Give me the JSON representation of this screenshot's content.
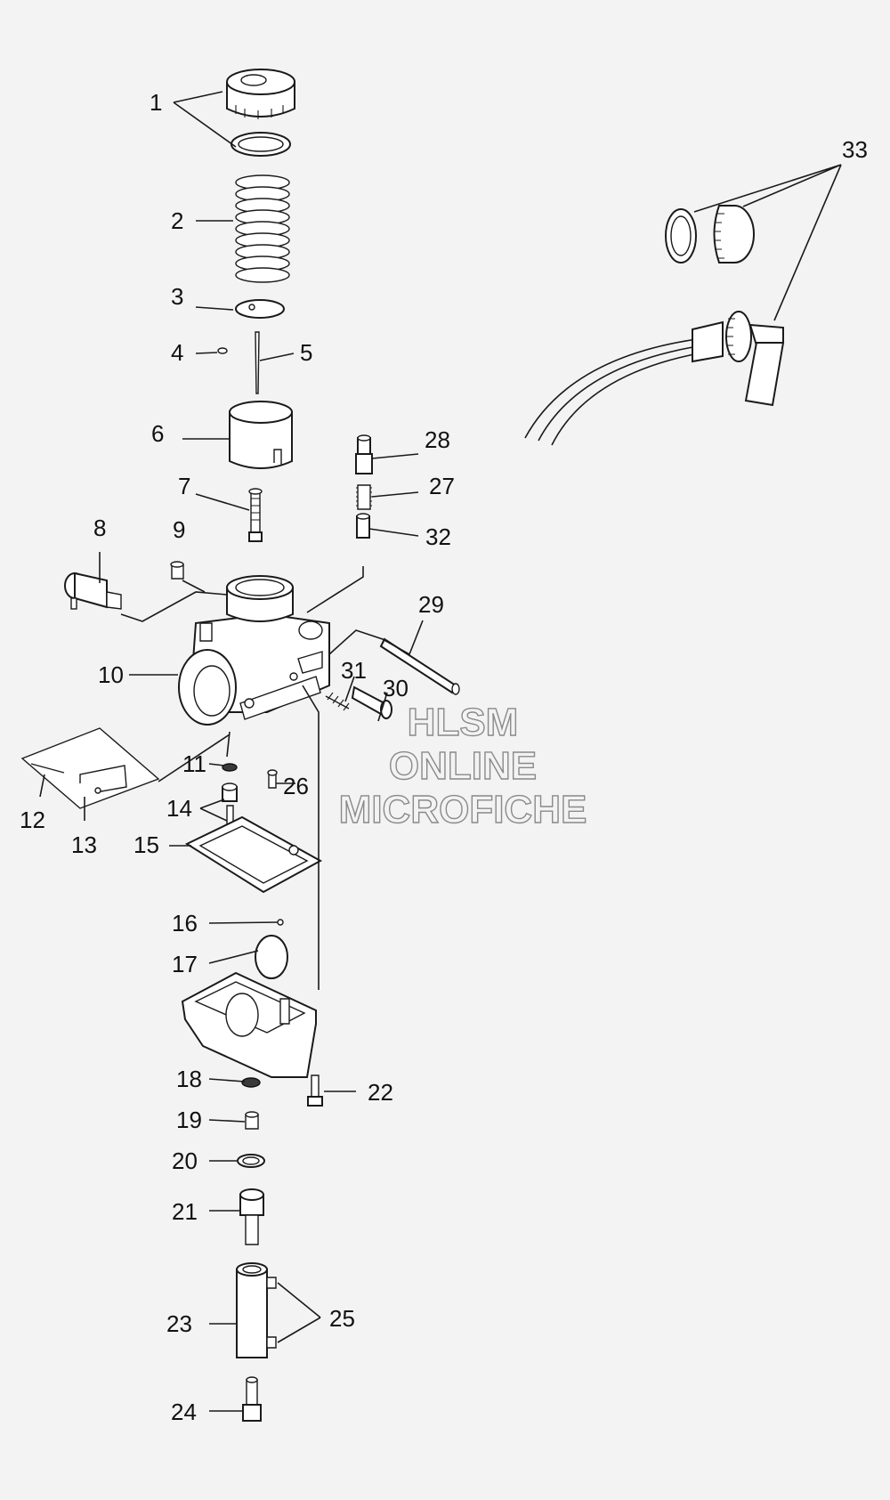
{
  "diagram": {
    "callouts": [
      "1",
      "2",
      "3",
      "4",
      "5",
      "6",
      "7",
      "8",
      "9",
      "10",
      "11",
      "12",
      "13",
      "14",
      "15",
      "16",
      "17",
      "18",
      "19",
      "20",
      "21",
      "22",
      "23",
      "24",
      "25",
      "26",
      "27",
      "28",
      "29",
      "30",
      "31",
      "32",
      "33"
    ]
  },
  "watermark": {
    "line1": "HLSM",
    "line2": "ONLINE",
    "line3": "MICROFICHE",
    "color": "#8a8a8a"
  },
  "colors": {
    "background": "#f3f3f3",
    "line": "#1a1a1a"
  }
}
